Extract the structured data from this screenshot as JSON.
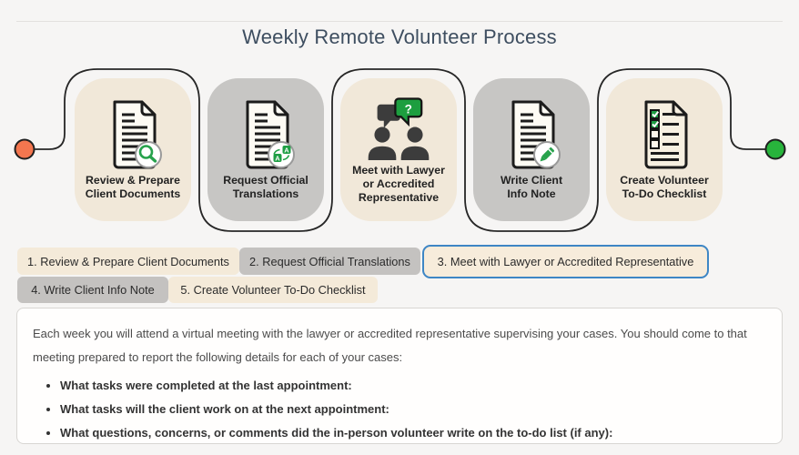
{
  "header": {
    "title": "Weekly Remote Volunteer Process"
  },
  "flow": {
    "start_marker_color": "#f4764f",
    "end_marker_color": "#28b43c",
    "line_color": "#262626"
  },
  "steps": [
    {
      "id": 1,
      "variant": "beige",
      "icon": "document-magnifier-icon",
      "label_lines": [
        "Review & Prepare",
        "Client Documents"
      ]
    },
    {
      "id": 2,
      "variant": "gray",
      "icon": "document-translate-icon",
      "label_lines": [
        "Request Official",
        "Translations"
      ]
    },
    {
      "id": 3,
      "variant": "beige",
      "icon": "people-question-icon",
      "label_lines": [
        "Meet with Lawyer",
        "or Accredited",
        "Representative"
      ]
    },
    {
      "id": 4,
      "variant": "gray",
      "icon": "document-pencil-icon",
      "label_lines": [
        "Write Client",
        "Info Note"
      ]
    },
    {
      "id": 5,
      "variant": "beige",
      "icon": "checklist-icon",
      "label_lines": [
        "Create Volunteer",
        "To-Do Checklist"
      ]
    }
  ],
  "tabs": [
    {
      "label": "1. Review & Prepare Client Documents",
      "selected": false
    },
    {
      "label": "2. Request Official Translations",
      "selected": false
    },
    {
      "label": "3. Meet with Lawyer or Accredited Representative",
      "selected": true
    },
    {
      "label": "4. Write Client Info Note",
      "selected": false
    },
    {
      "label": "5. Create Volunteer To-Do Checklist",
      "selected": false
    }
  ],
  "panel": {
    "paragraph": "Each week you will attend a virtual meeting with the lawyer or accredited representative supervising your cases. You should come to that meeting prepared to report the following details for each of your cases:",
    "bullets": [
      "What tasks were completed at the last appointment:",
      "What tasks will the client work on at the next appointment:",
      "What questions, concerns, or comments did the in-person volunteer write on the to-do list (if any):"
    ]
  },
  "colors": {
    "background": "#f6f5f4",
    "card_beige": "#f1e8d9",
    "card_gray": "#c7c6c4",
    "tab_selected_border": "#3e86c5",
    "icon_green": "#27a24c",
    "title": "#3e4e60"
  }
}
